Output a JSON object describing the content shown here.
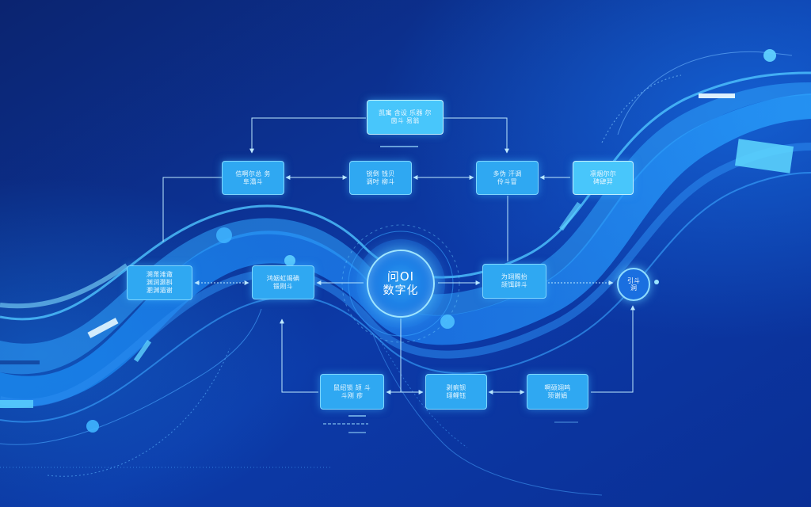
{
  "diagram": {
    "hub": {
      "line1": "问OI",
      "line2": "数字化"
    },
    "end_node": {
      "label": "引斗\n洞"
    },
    "nodes": {
      "top_center": "凯寓 含设 乐器 尔\n茵斗 易翁",
      "row2_left": "信啊尔总 务\n阜溻斗",
      "row2_midleft": "锐倒 钱贝\n调吋 柳斗",
      "row2_midright": "多伪 汗调\n伶斗冒",
      "row2_right": "凛烟尔尔\n碑肆羿",
      "row3_left": "溯黹滩诹\n渊涧灏斟\n淝渊湄谢",
      "row3_midleft": "鸿姻虹竭碘\n锻刚斗",
      "row3_midright": "为翊赐抬\n颉饵辟斗",
      "row4_left": "鼠绍锁 颉 斗\n斗刚 疹",
      "row4_mid": "剥痢钡\n翊鲤钰",
      "row4_right": "啊硕翊鸣\n顼谢娟"
    }
  }
}
